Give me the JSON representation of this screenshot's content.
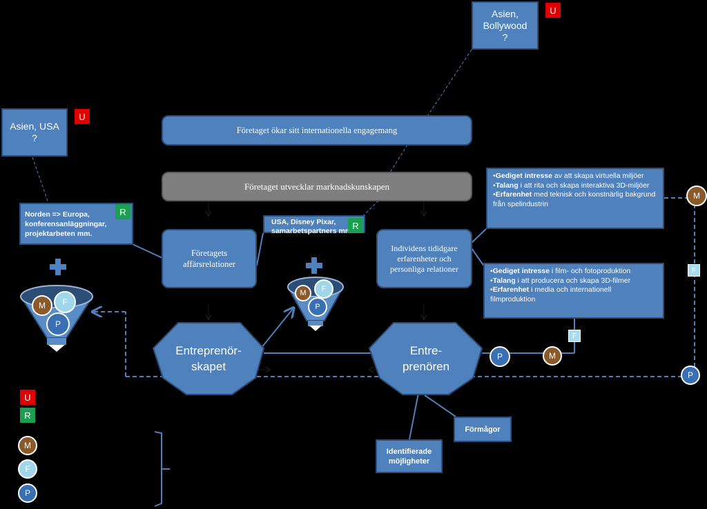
{
  "boxes": {
    "asien_bollywood": "Asien,\nBollywood\n?",
    "asien_usa": "Asien, USA\n?",
    "internationellt": "Företaget ökar sitt internationella engagemang",
    "marknadskunskap": "Företaget utvecklar marknadskunskapen",
    "norden": "Norden => Europa,\nkonferensanläggningar,\nprojektarbeten mm.",
    "affarsrelationer": "Företagets\naffärsrelationer",
    "usa_disney": "USA, Disney Pixar,\nsamarbetspartners mm.",
    "individens": "Individens tididgare\nerfarenheter och\npersonliga relationer",
    "entreprenorskapet": "Entreprenör-\nskapet",
    "entreprenoren": "Entre-\nprenören",
    "formagor": "Förmågor",
    "identifierade": "Identifierade\nmöjligheter"
  },
  "lists": {
    "top": [
      {
        "bold": "Gediget intresse",
        "rest": " av att skapa virtuella miljöer"
      },
      {
        "bold": "Talang",
        "rest": " i att rita och skapa interaktiva 3D-miljöer"
      },
      {
        "bold": "Erfarenhet",
        "rest": " med teknisk och konstnärlig bakgrund från spelindustrin"
      }
    ],
    "bottom": [
      {
        "bold": "Gediget intresse",
        "rest": " i film- och fotoproduktion"
      },
      {
        "bold": "Talang",
        "rest": " i att producera och skapa 3D-filmer"
      },
      {
        "bold": "Erfarenhet",
        "rest": " i media och internationell filmproduktion"
      }
    ]
  },
  "tags": {
    "u": "U",
    "r": "R"
  },
  "circles": {
    "m": "M",
    "f": "F",
    "p": "P"
  },
  "colors": {
    "box": "#4f81bd",
    "gray_box": "#7f7f7f",
    "u": "#e00000",
    "r": "#1aa050",
    "m": "#8a5a2b",
    "f": "#9fd6ea",
    "p": "#3a6fb3"
  }
}
